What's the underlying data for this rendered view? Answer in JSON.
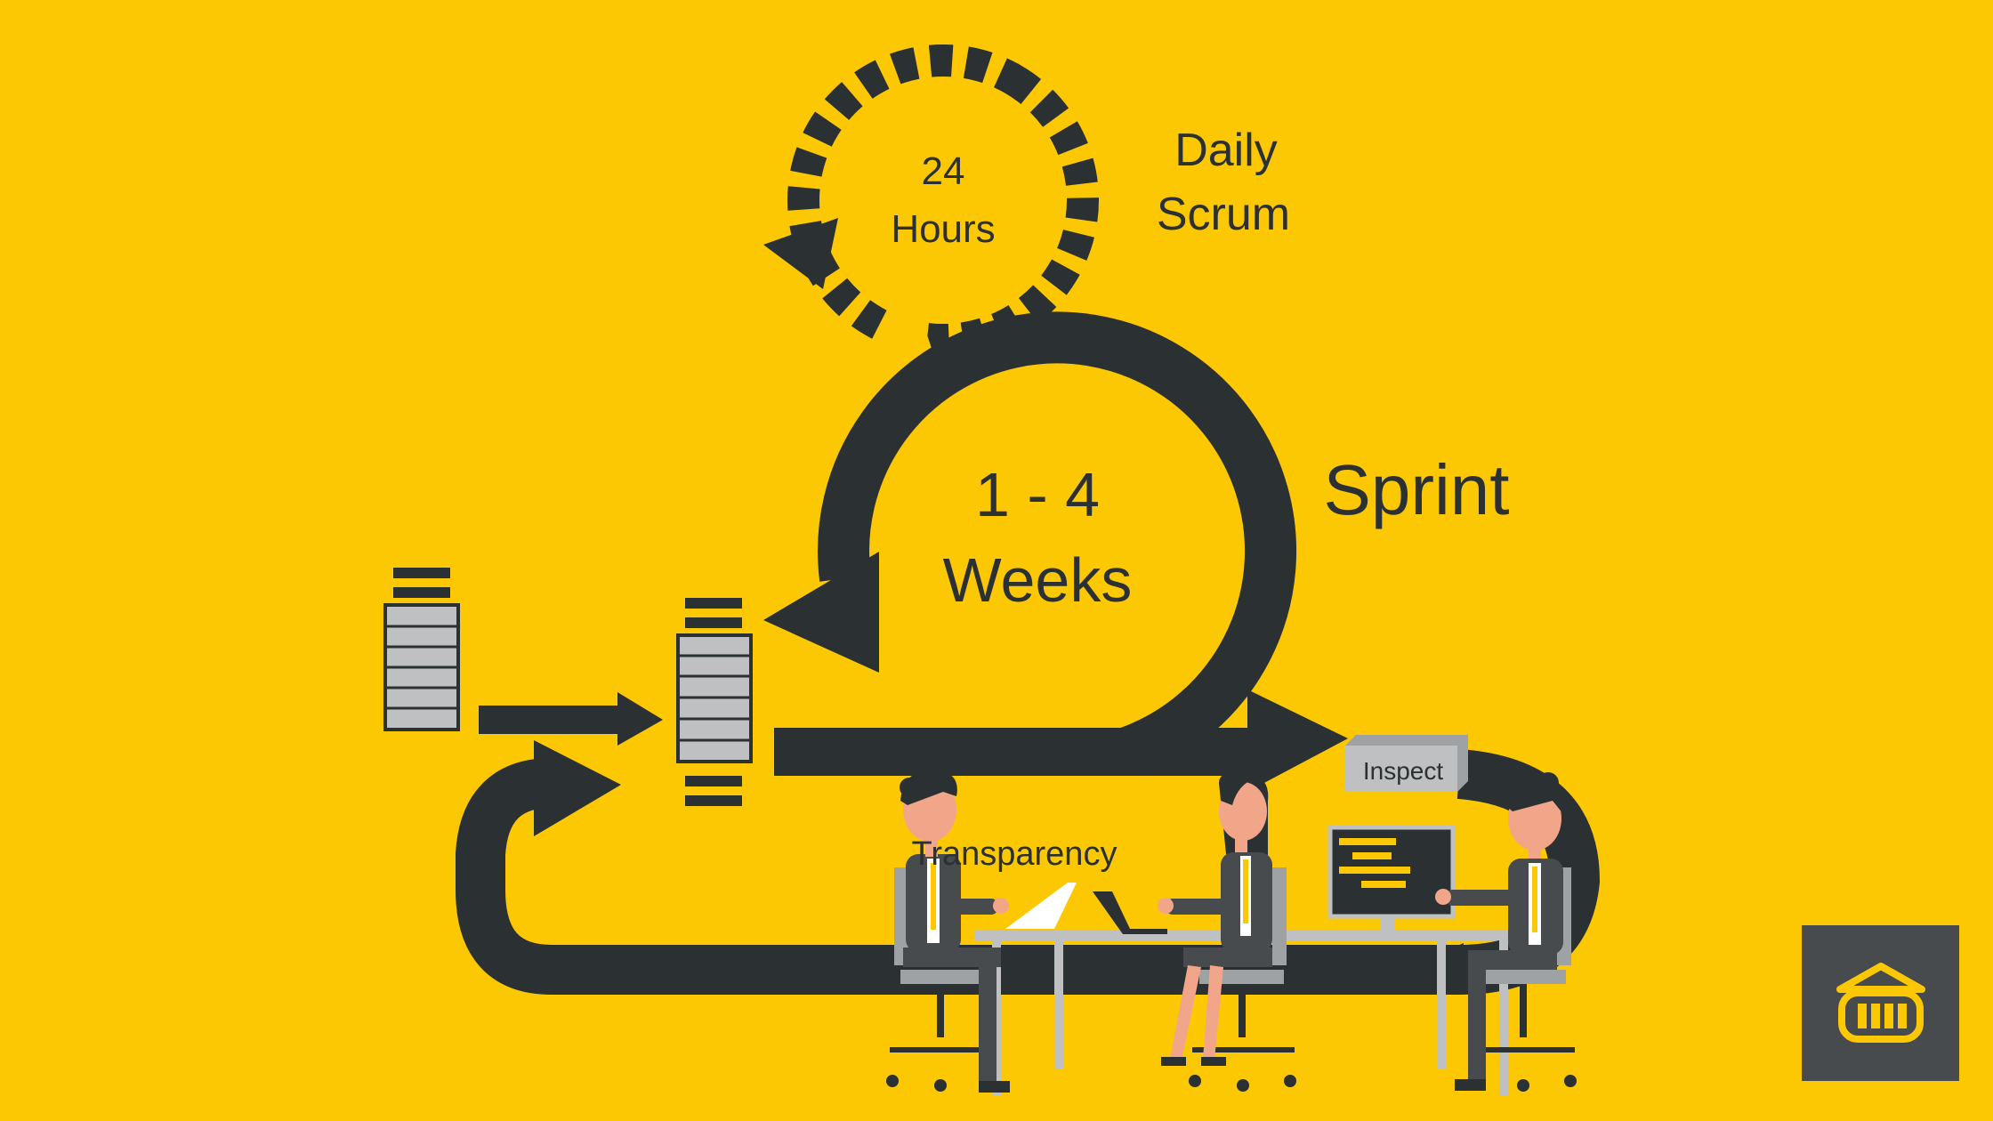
{
  "diagram": {
    "daily_cycle": {
      "line1": "24",
      "line2": "Hours"
    },
    "daily_label": {
      "line1": "Daily",
      "line2": "Scrum"
    },
    "sprint_cycle": {
      "line1": "1 - 4",
      "line2": "Weeks"
    },
    "sprint_label": "Sprint",
    "inspect_label": "Inspect",
    "transparency_label": "Transparency"
  },
  "colors": {
    "background": "#FCC803",
    "arrow": "#2B3033",
    "backlog_fill": "#BEC0C2",
    "logo_bg": "#484B4D",
    "logo_icon": "#FCC803"
  },
  "icons": {
    "logo": "bank-building-icon"
  }
}
